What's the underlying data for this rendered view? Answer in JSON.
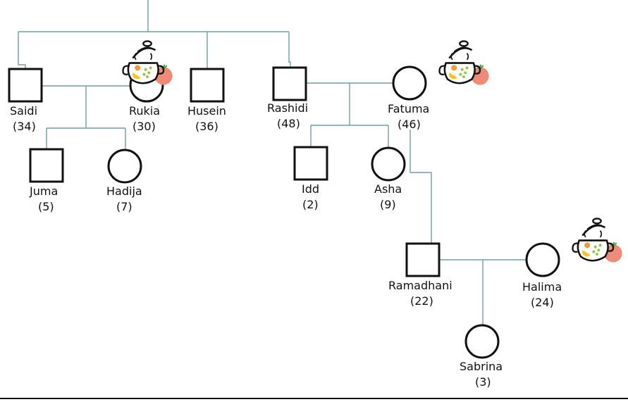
{
  "people": [
    {
      "id": "saidi",
      "name": "Saidi",
      "age": "(34)",
      "sex": "male",
      "cook": false
    },
    {
      "id": "rukia",
      "name": "Rukia",
      "age": "(30)",
      "sex": "female",
      "cook": true
    },
    {
      "id": "husein",
      "name": "Husein",
      "age": "(36)",
      "sex": "male",
      "cook": false
    },
    {
      "id": "rashidi",
      "name": "Rashidi",
      "age": "(48)",
      "sex": "male",
      "cook": false
    },
    {
      "id": "fatuma",
      "name": "Fatuma",
      "age": "(46)",
      "sex": "female",
      "cook": true
    },
    {
      "id": "juma",
      "name": "Juma",
      "age": "(5)",
      "sex": "male",
      "cook": false
    },
    {
      "id": "hadija",
      "name": "Hadija",
      "age": "(7)",
      "sex": "female",
      "cook": false
    },
    {
      "id": "idd",
      "name": "Idd",
      "age": "(2)",
      "sex": "male",
      "cook": false
    },
    {
      "id": "asha",
      "name": "Asha",
      "age": "(9)",
      "sex": "female",
      "cook": false
    },
    {
      "id": "ramadhani",
      "name": "Ramadhani",
      "age": "(22)",
      "sex": "male",
      "cook": false
    },
    {
      "id": "halima",
      "name": "Halima",
      "age": "(24)",
      "sex": "female",
      "cook": true
    },
    {
      "id": "sabrina",
      "name": "Sabrina",
      "age": "(3)",
      "sex": "female",
      "cook": false
    }
  ],
  "cook_icon": "cooking-pot-icon",
  "colors": {
    "line": "#6f9fa6",
    "symbol": "#111111",
    "tomato": "#f08a78",
    "lemon": "#f7c31a",
    "orange": "#f39a3a",
    "pea": "#8cc63f",
    "leaf": "#5aa64a"
  }
}
